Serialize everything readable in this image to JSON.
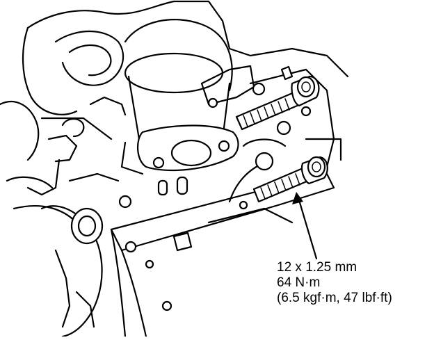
{
  "callout": {
    "line1": "12 x 1.25 mm",
    "line2": "64 N·m",
    "line3": "(6.5 kgf·m, 47 lbf·ft)"
  },
  "colors": {
    "ink": "#000000",
    "paper": "#ffffff"
  },
  "icons": [
    "bolt-icon",
    "arrow-up-icon"
  ]
}
